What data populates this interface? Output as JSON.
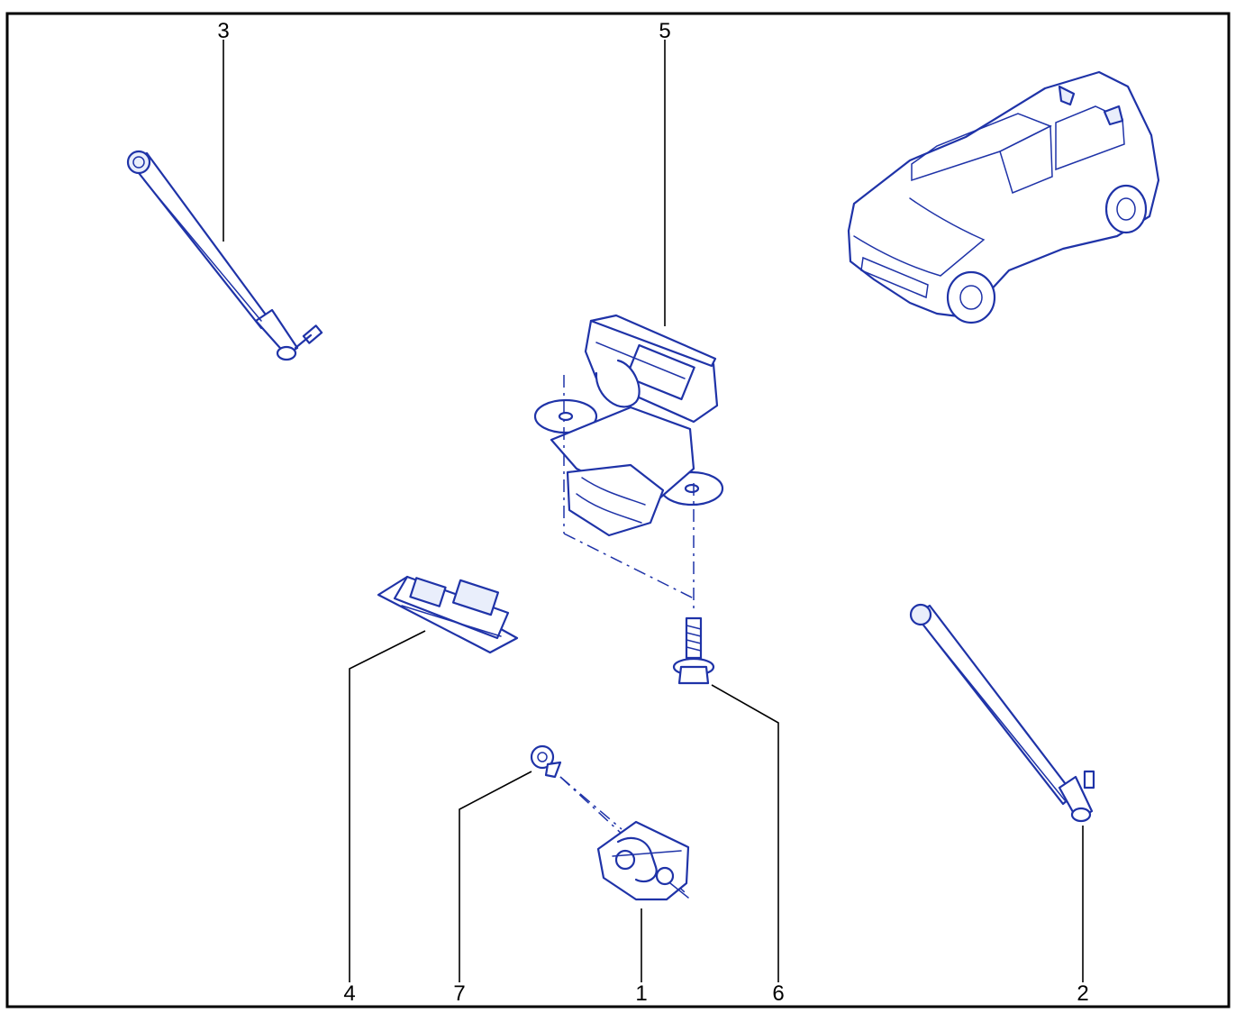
{
  "colors": {
    "ink": "#1f33a8",
    "frame": "#000000",
    "leader": "#000000",
    "background": "#ffffff"
  },
  "callouts": {
    "c1": "1",
    "c2": "2",
    "c3": "3",
    "c4": "4",
    "c5": "5",
    "c6": "6",
    "c7": "7"
  }
}
